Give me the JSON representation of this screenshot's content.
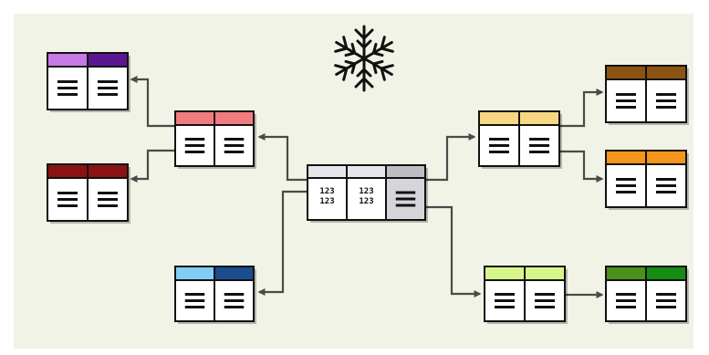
{
  "diagram": {
    "background": "#f1f3e6",
    "border_color": "#111111",
    "connector_color": "#4a4a4a",
    "icon": "snowflake-icon",
    "center_table": {
      "name": "fact-table",
      "header_colors": [
        "#e6e6ea",
        "#e6e6ea",
        "#bdbdc2"
      ],
      "measure_labels": [
        "123",
        "123"
      ],
      "column_types": [
        "numeric",
        "numeric",
        "text"
      ]
    },
    "dimension_tables": [
      {
        "id": "dim-purple",
        "header_colors": [
          "#c779e8",
          "#5b1691"
        ]
      },
      {
        "id": "dim-salmon",
        "header_colors": [
          "#f27b7f",
          "#f27b7f"
        ]
      },
      {
        "id": "dim-maroon",
        "header_colors": [
          "#8b1212",
          "#8b1212"
        ]
      },
      {
        "id": "dim-blue",
        "header_colors": [
          "#82cdf4",
          "#1b4c8c"
        ]
      },
      {
        "id": "dim-yellow",
        "header_colors": [
          "#f7d783",
          "#f7d783"
        ]
      },
      {
        "id": "dim-brown",
        "header_colors": [
          "#8b5413",
          "#8b5413"
        ]
      },
      {
        "id": "dim-orange",
        "header_colors": [
          "#f5951c",
          "#f5951c"
        ]
      },
      {
        "id": "dim-lime",
        "header_colors": [
          "#d6f58b",
          "#d6f58b"
        ]
      },
      {
        "id": "dim-green",
        "header_colors": [
          "#4c8f1a",
          "#168c12"
        ]
      }
    ]
  }
}
